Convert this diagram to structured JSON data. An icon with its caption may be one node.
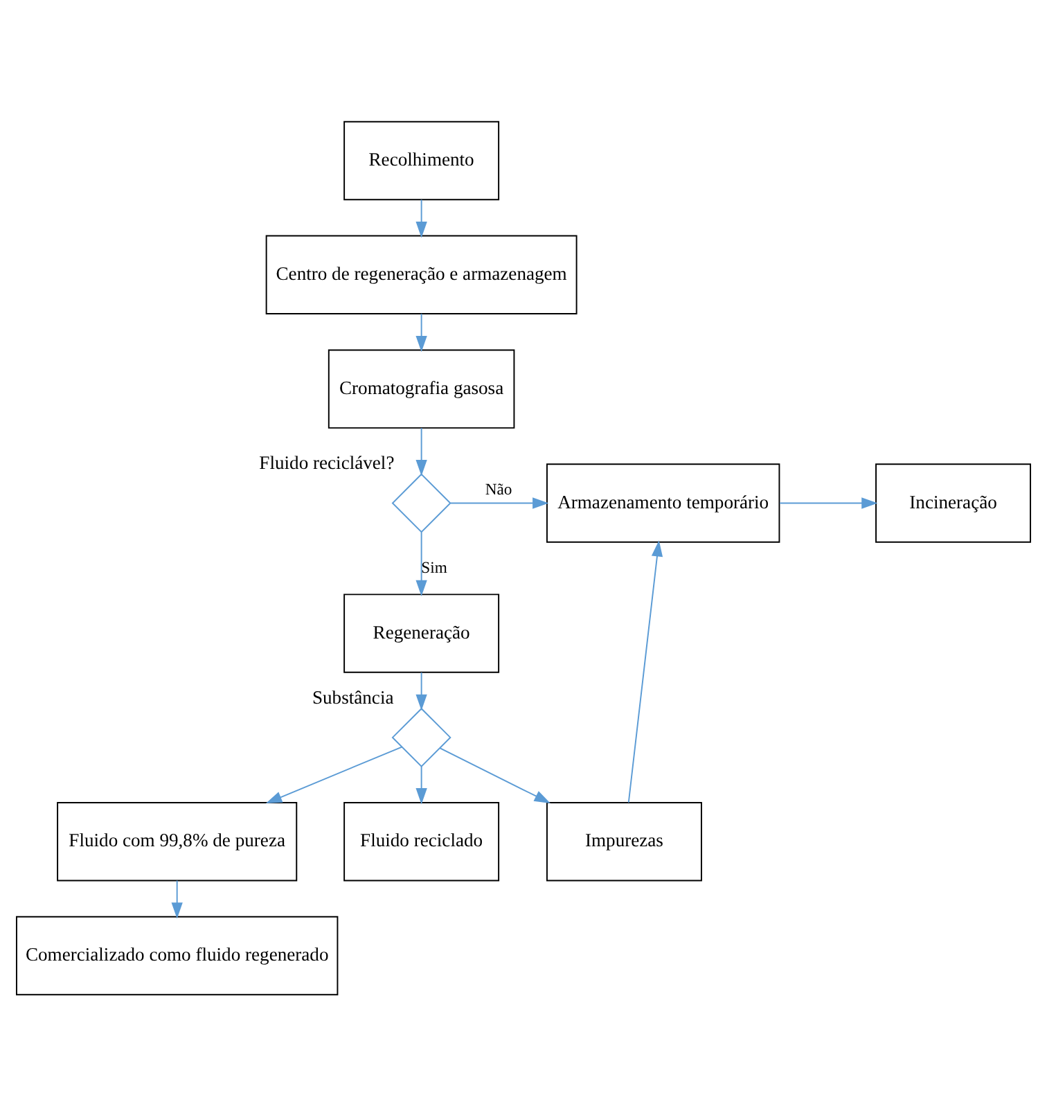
{
  "diagram": {
    "nodes": [
      {
        "text": [
          "Recolhimento"
        ]
      },
      {
        "text": [
          "Centro de regeneração e armazenagem"
        ]
      },
      {
        "text": [
          "Cromatografia gasosa"
        ]
      },
      {
        "text": [
          "Fluido reciclável?"
        ]
      },
      {
        "text": [
          "Armazenamento temporário"
        ]
      },
      {
        "text": [
          "Incineração"
        ]
      },
      {
        "text": [
          "Regeneração"
        ]
      },
      {
        "text": [
          "Substância"
        ]
      },
      {
        "text": [
          "Fluido com 99,8% de pureza"
        ]
      },
      {
        "text": [
          "Fluido reciclado"
        ]
      },
      {
        "text": [
          "Impurezas"
        ]
      },
      {
        "text": [
          "Comercializado como fluido regenerado"
        ]
      }
    ],
    "edges": [
      {
        "from": 0,
        "to": 1,
        "arrow": "to"
      },
      {
        "from": 1,
        "to": 2,
        "arrow": "to"
      },
      {
        "from": 2,
        "to": 3,
        "arrow": "to"
      },
      {
        "from": 3,
        "to": 4,
        "arrow": "to",
        "label": "Não"
      },
      {
        "from": 4,
        "to": 5,
        "arrow": "to"
      },
      {
        "from": 3,
        "to": 6,
        "arrow": "to",
        "label": "Sim"
      },
      {
        "from": 6,
        "to": 7,
        "arrow": "to"
      },
      {
        "from": 7,
        "to": 8,
        "arrow": "to"
      },
      {
        "from": 7,
        "to": 9,
        "arrow": "to"
      },
      {
        "from": 7,
        "to": 10,
        "arrow": "to"
      },
      {
        "from": 10,
        "to": 4,
        "arrow": "to"
      },
      {
        "from": 8,
        "to": 11,
        "arrow": "to"
      }
    ]
  }
}
